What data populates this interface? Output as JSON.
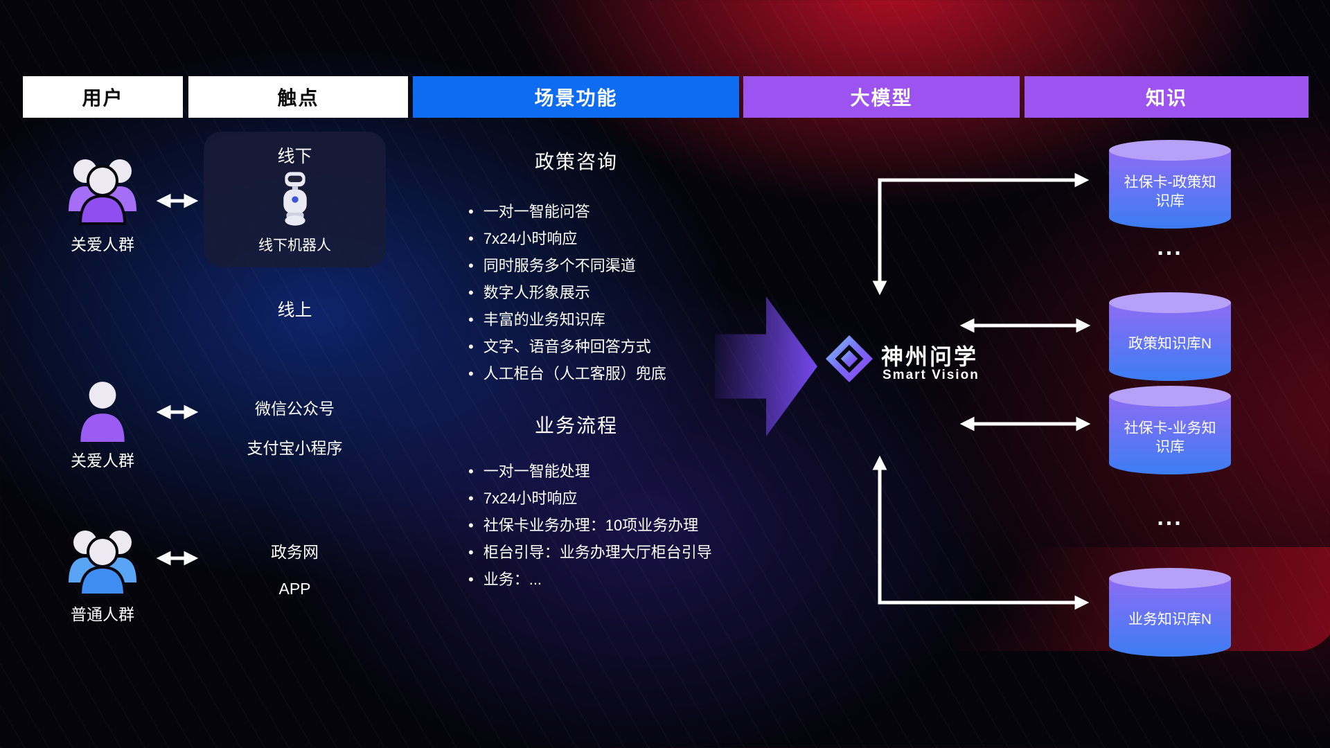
{
  "header": {
    "columns": [
      {
        "id": "users",
        "label": "用户"
      },
      {
        "id": "touchpoints",
        "label": "触点"
      },
      {
        "id": "scenarios",
        "label": "场景功能"
      },
      {
        "id": "model",
        "label": "大模型"
      },
      {
        "id": "knowledge",
        "label": "知识"
      }
    ]
  },
  "users": {
    "group1": {
      "label": "关爱人群",
      "icon": "group-people-icon",
      "color": "purple"
    },
    "group2": {
      "label": "关爱人群",
      "icon": "single-person-icon",
      "color": "purple"
    },
    "group3": {
      "label": "普通人群",
      "icon": "group-people-icon",
      "color": "blue"
    }
  },
  "touchpoints": {
    "offline_title": "线下",
    "offline_robot_label": "线下机器人",
    "online_title": "线上",
    "wechat": "微信公众号",
    "alipay": "支付宝小程序",
    "gov_site": "政务网",
    "app": "APP"
  },
  "scenarios": {
    "policy": {
      "title": "政策咨询",
      "items": [
        "一对一智能问答",
        "7x24小时响应",
        "同时服务多个不同渠道",
        "数字人形象展示",
        "丰富的业务知识库",
        "文字、语音多种回答方式",
        "人工柜台（人工客服）兜底"
      ]
    },
    "business": {
      "title": "业务流程",
      "items": [
        "一对一智能处理",
        "7x24小时响应",
        "社保卡业务办理：10项业务办理",
        "柜台引导：业务办理大厅柜台引导",
        "业务：..."
      ]
    }
  },
  "model": {
    "name": "神州问学",
    "subtitle": "Smart Vision"
  },
  "knowledge": {
    "db1": "社保卡-政策知识库",
    "ellipsis1": "...",
    "db2": "政策知识库N",
    "db3": "社保卡-业务知识库",
    "ellipsis2": "...",
    "db4": "业务知识库N"
  },
  "colors": {
    "header_blue": "#0e6cf2",
    "header_purple": "#9d53ef",
    "accent_purple": "#7e4eff",
    "cylinder_top": "#b7a0f8",
    "cylinder_body_top": "#8d6cf4",
    "cylinder_body_bottom": "#3c7df4"
  }
}
